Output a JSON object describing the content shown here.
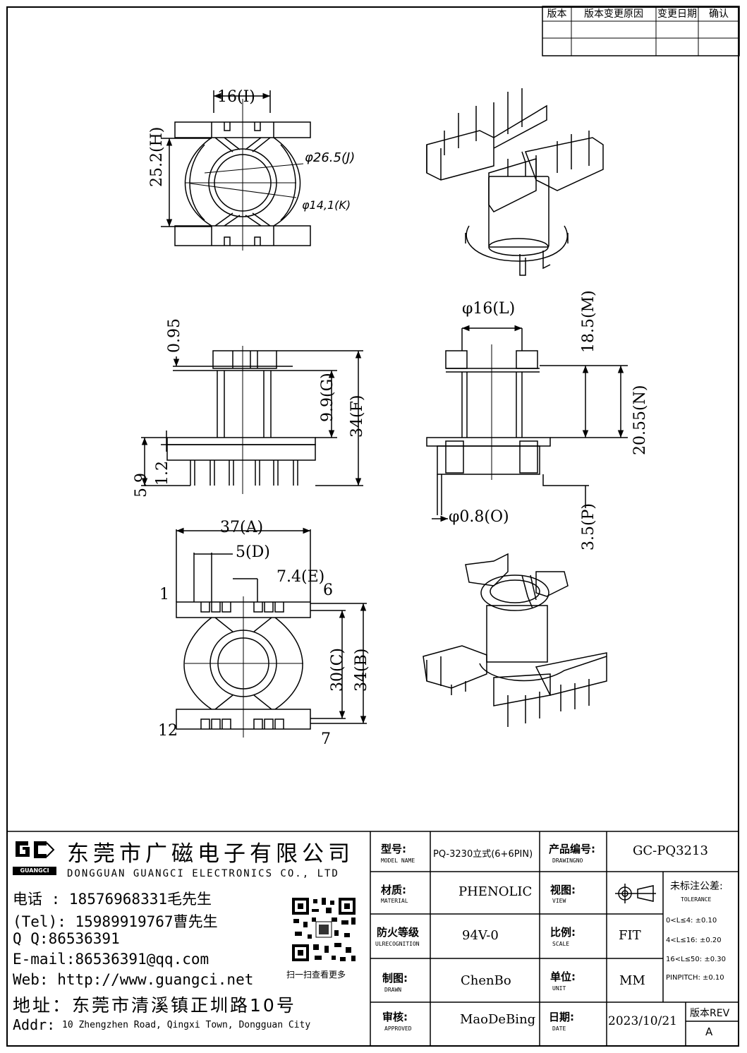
{
  "revision_table": {
    "headers": [
      "版本",
      "版本变更原因",
      "变更日期",
      "确认"
    ]
  },
  "dimensions": {
    "top_width": "16(I)",
    "top_height": "25.2(H)",
    "dia_j": "φ26.5(J)",
    "dia_k": "φ14,1(K)",
    "side_095": "0.95",
    "side_g": "9.9(G)",
    "side_f": "34(F)",
    "side_59": "5.9",
    "side_12": "1.2",
    "dia_l": "φ16(L)",
    "dim_m": "18.5(M)",
    "dim_n": "20.55(N)",
    "dia_o": "φ0.8(O)",
    "dim_p": "3.5(P)",
    "dim_a": "37(A)",
    "dim_d": "5(D)",
    "dim_e": "7.4(E)",
    "dim_c": "30(C)",
    "dim_b": "34(B)",
    "pin_1": "1",
    "pin_6": "6",
    "pin_12": "12",
    "pin_7": "7"
  },
  "company": {
    "logo_text": "GUANGCI",
    "name_cn": "东莞市广磁电子有限公司",
    "name_en": "DONGGUAN GUANGCI ELECTRONICS CO., LTD",
    "phone": "电话 : 18576968331毛先生",
    "tel": "(Tel): 15989919767曹先生",
    "qq": "Q Q:86536391",
    "email": "E-mail:86536391@qq.com",
    "web": "Web: http://www.guangci.net",
    "address_cn": "地址：东莞市清溪镇正圳路10号",
    "addr_prefix": "Addr:",
    "address_en": "10 Zhengzhen Road, Qingxi Town, Dongguan City",
    "qr_caption": "扫一扫查看更多"
  },
  "title_block": {
    "model_label": "型号:",
    "model_sub": "MODEL NAME",
    "model_value": "PQ-3230立式(6+6PIN)",
    "drawing_no_label": "产品编号:",
    "drawing_no_sub": "DRAWINGNO",
    "drawing_no_value": "GC-PQ3213",
    "material_label": "材质:",
    "material_sub": "MATERIAL",
    "material_value": "PHENOLIC",
    "view_label": "视图:",
    "view_sub": "VIEW",
    "tolerance_label": "未标注公差:",
    "tolerance_sub": "TOLERANCE",
    "tolerances": [
      "0<L≤4: ±0.10",
      "4<L≤16: ±0.20",
      "16<L≤50: ±0.30",
      "PINPITCH: ±0.10"
    ],
    "ul_label": "防火等级",
    "ul_sub": "ULRECOGNITION",
    "ul_value": "94V-0",
    "scale_label": "比例:",
    "scale_sub": "SCALE",
    "scale_value": "FIT",
    "drawn_label": "制图:",
    "drawn_sub": "DRAWN",
    "drawn_value": "ChenBo",
    "unit_label": "单位:",
    "unit_sub": "UNIT",
    "unit_value": "MM",
    "approved_label": "审核:",
    "approved_sub": "APPROVED",
    "approved_value": "MaoDeBing",
    "date_label": "日期:",
    "date_sub": "DATE",
    "date_value": "2023/10/21",
    "rev_label": "版本REV",
    "rev_value": "A"
  }
}
